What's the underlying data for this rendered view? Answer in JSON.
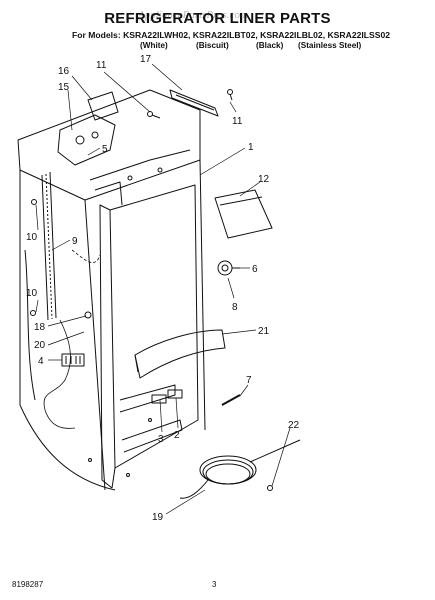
{
  "watermark": "AppliancePartsPros.com",
  "title": "REFRIGERATOR LINER PARTS",
  "models_line": "For Models: KSRA22ILWH02, KSRA22ILBT02, KSRA22ILBL02, KSRA22ILSS02",
  "variants": [
    "(White)",
    "(Biscuit)",
    "(Black)",
    "(Stainless Steel)"
  ],
  "callouts": [
    "16",
    "15",
    "11",
    "17",
    "11",
    "5",
    "1",
    "12",
    "10",
    "9",
    "10",
    "6",
    "8",
    "18",
    "21",
    "20",
    "4",
    "7",
    "3",
    "2",
    "22",
    "19"
  ],
  "footer": {
    "doc_number": "8198287",
    "page_number": "3"
  }
}
